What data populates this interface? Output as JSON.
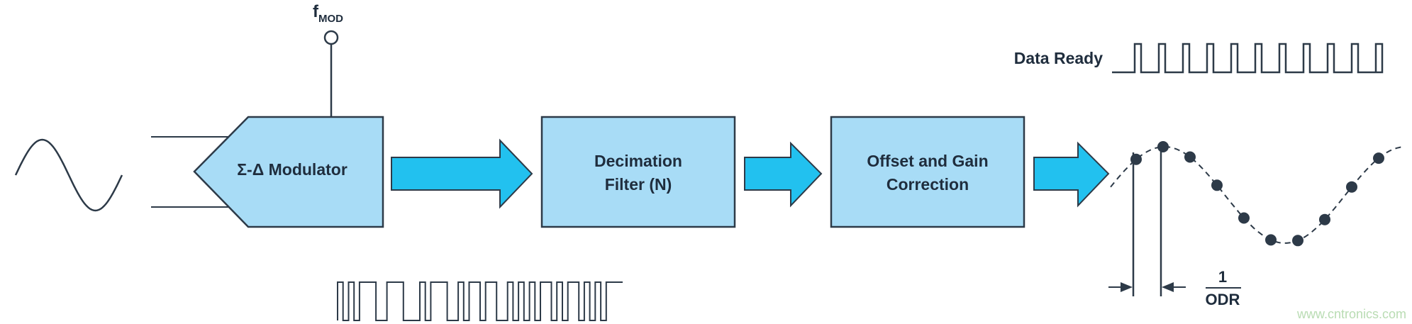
{
  "labels": {
    "fmod_main": "f",
    "fmod_sub": "MOD",
    "modulator": "Σ-Δ Modulator",
    "decimation_line1": "Decimation",
    "decimation_line2": "Filter (N)",
    "offset_line1": "Offset and Gain",
    "offset_line2": "Correction",
    "data_ready": "Data Ready",
    "odr_numerator": "1",
    "odr_denominator": "ODR"
  },
  "watermark": "www.cntronics.com",
  "colors": {
    "block_fill": "#a8dcf6",
    "arrow_fill": "#22c1ef",
    "stroke": "#2d3a48",
    "watermark": "#b9dcb3"
  },
  "bitstream": [
    1,
    0,
    1,
    0,
    1,
    1,
    1,
    0,
    0,
    1,
    1,
    1,
    0,
    0,
    0,
    1,
    0,
    1,
    1,
    1,
    0,
    0,
    1,
    0,
    1,
    1,
    0,
    1,
    1,
    0,
    0,
    1,
    0,
    1,
    0,
    1,
    0,
    1,
    1,
    0,
    1,
    0,
    1,
    1,
    0,
    1,
    0,
    1,
    0,
    1,
    1,
    1
  ],
  "data_ready_pulses": 11,
  "sample_count": 10
}
